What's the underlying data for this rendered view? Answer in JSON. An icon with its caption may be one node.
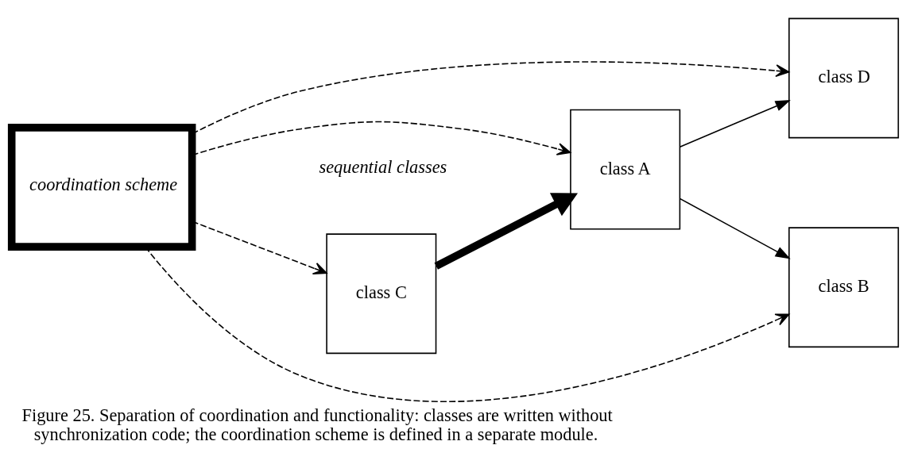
{
  "diagram": {
    "caption": "Figure 25. Separation of coordination and functionality: classes are written without synchronization code; the coordination scheme is defined in a separate module.",
    "nodes": [
      {
        "text": [
          "class A"
        ]
      },
      {
        "text": [
          "class B"
        ]
      },
      {
        "text": [
          "class C"
        ]
      },
      {
        "text": [
          "class D"
        ]
      },
      {
        "text": [
          "coordination scheme"
        ]
      }
    ],
    "edges": [
      {
        "from": 0,
        "to": 1,
        "arrow": "to"
      },
      {
        "from": 0,
        "to": 3,
        "arrow": "to"
      },
      {
        "from": 2,
        "to": 0,
        "arrow": "to",
        "style": "thick"
      },
      {
        "from": 4,
        "to": 1,
        "arrow": "to",
        "style": "dashed"
      },
      {
        "from": 4,
        "to": 0,
        "arrow": "to",
        "style": "dashed"
      },
      {
        "from": 4,
        "to": 3,
        "arrow": "to",
        "style": "dashed"
      },
      {
        "from": 4,
        "to": 2,
        "arrow": "to",
        "style": "dashed"
      }
    ],
    "labels": [
      "sequential classes"
    ]
  }
}
